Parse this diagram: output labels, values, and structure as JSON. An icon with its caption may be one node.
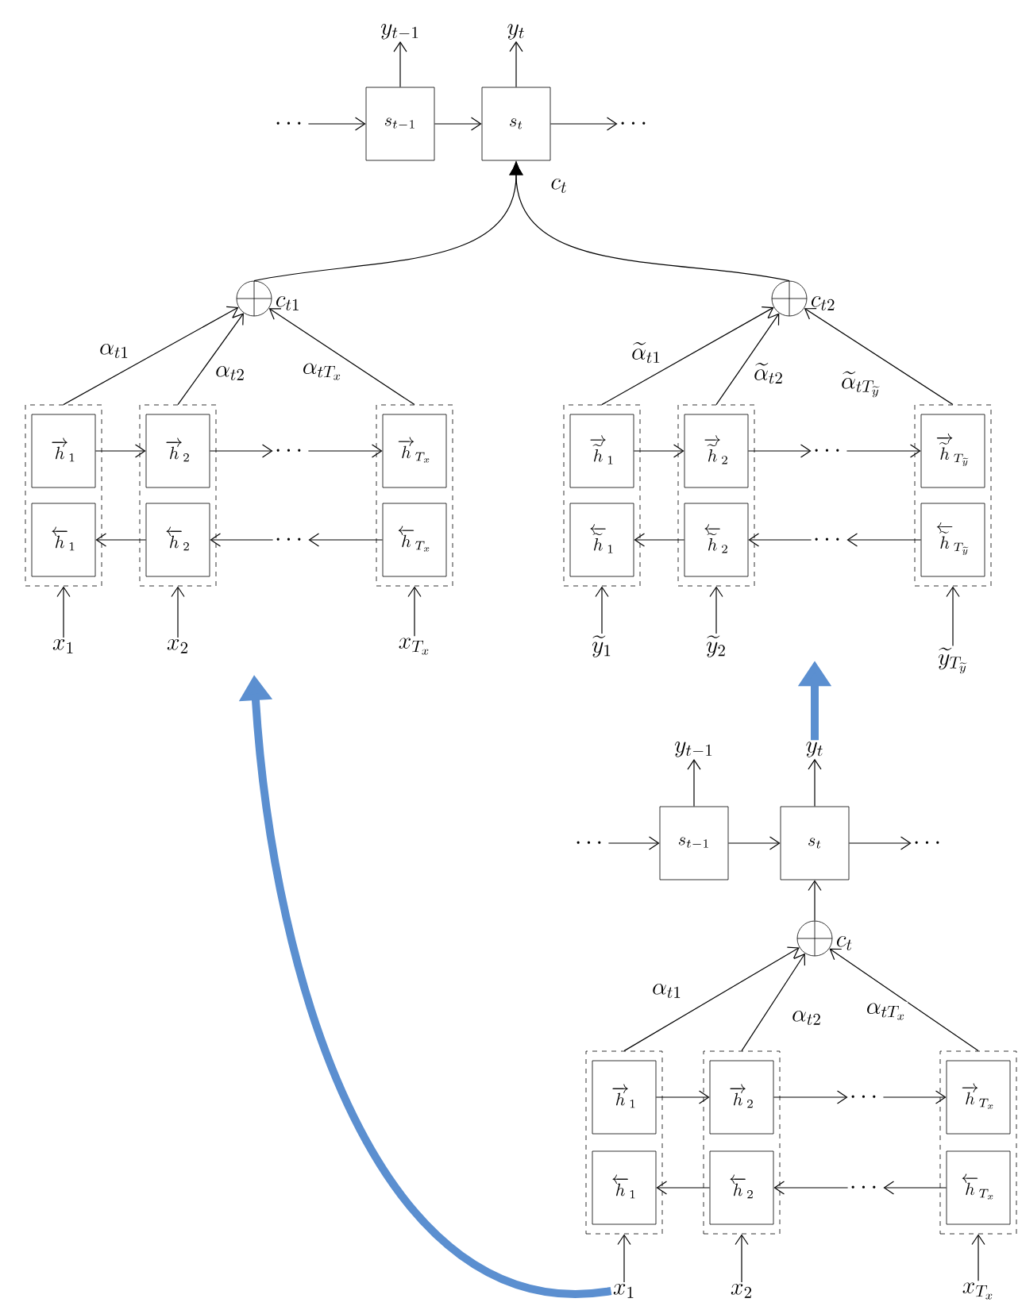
{
  "diagram": {
    "nodes": [
      {
        "text": [
          "\\cdots"
        ]
      },
      {
        "text": [
          "s_{t-1}"
        ]
      },
      {
        "text": [
          "s_t"
        ]
      },
      {
        "text": [
          "\\cdots"
        ]
      },
      {
        "text": [
          "y_{t-1}"
        ]
      },
      {
        "text": [
          "y_t"
        ]
      },
      {
        "text": [],
        "shape": "circle",
        "beside": [
          "c_{t1}"
        ]
      },
      {
        "text": [],
        "shape": "box"
      },
      {
        "text": [
          "\\overrightarrow{h}_1"
        ],
        "in": 7
      },
      {
        "text": [
          "\\overleftarrow{h}_1"
        ],
        "in": 7
      },
      {
        "text": [],
        "shape": "box"
      },
      {
        "text": [
          "\\overrightarrow{h}_2"
        ],
        "in": 10
      },
      {
        "text": [
          "\\overleftarrow{h}_2"
        ],
        "in": 10
      },
      {
        "text": [
          "\\cdots"
        ]
      },
      {
        "text": [
          "\\cdots"
        ]
      },
      {
        "text": [],
        "shape": "box"
      },
      {
        "text": [
          "\\overrightarrow{h}_{T_x}"
        ],
        "in": 15
      },
      {
        "text": [
          "\\overleftarrow{h}_{T_x}"
        ],
        "in": 15
      },
      {
        "text": [
          "x_1"
        ]
      },
      {
        "text": [
          "x_2"
        ]
      },
      {
        "text": [
          "x_{T_x}"
        ]
      },
      {
        "text": [],
        "shape": "circle",
        "beside": [
          "c_{t2}"
        ]
      },
      {
        "text": [],
        "shape": "box"
      },
      {
        "text": [
          "\\overrightarrow{\\widetilde{h}}_1"
        ],
        "in": 22
      },
      {
        "text": [
          "\\overleftarrow{\\widetilde{h}}_1"
        ],
        "in": 22
      },
      {
        "text": [],
        "shape": "box"
      },
      {
        "text": [
          "\\overrightarrow{\\widetilde{h}}_2"
        ],
        "in": 25
      },
      {
        "text": [
          "\\overleftarrow{\\widetilde{h}}_2"
        ],
        "in": 25
      },
      {
        "text": [
          "\\cdots"
        ]
      },
      {
        "text": [
          "\\cdots"
        ]
      },
      {
        "text": [],
        "shape": "box"
      },
      {
        "text": [
          "\\overrightarrow{\\widetilde{h}}_{T_{\\widetilde{y}}}"
        ],
        "in": 30
      },
      {
        "text": [
          "\\overleftarrow{\\widetilde{h}}_{T_{\\widetilde{y}}}"
        ],
        "in": 30
      },
      {
        "text": [
          "\\widetilde{y}_1"
        ]
      },
      {
        "text": [
          "\\widetilde{y}_2"
        ]
      },
      {
        "text": [
          "\\widetilde{y}_{T_{\\widetilde{y}}}"
        ]
      },
      {
        "text": [
          "\\cdots"
        ]
      },
      {
        "text": [
          "s_{t-1}"
        ]
      },
      {
        "text": [
          "s_t"
        ]
      },
      {
        "text": [
          "\\cdots"
        ]
      },
      {
        "text": [
          "y_{t-1}"
        ]
      },
      {
        "text": [
          "y_t"
        ]
      },
      {
        "text": [],
        "shape": "circle",
        "beside": [
          "c_t"
        ]
      },
      {
        "text": [],
        "shape": "box"
      },
      {
        "text": [
          "\\overrightarrow{h}_1"
        ],
        "in": 43
      },
      {
        "text": [
          "\\overleftarrow{h}_1"
        ],
        "in": 43
      },
      {
        "text": [],
        "shape": "box"
      },
      {
        "text": [
          "\\overrightarrow{h}_2"
        ],
        "in": 46
      },
      {
        "text": [
          "\\overleftarrow{h}_2"
        ],
        "in": 46
      },
      {
        "text": [
          "\\cdots"
        ]
      },
      {
        "text": [
          "\\cdots"
        ]
      },
      {
        "text": [],
        "shape": "box"
      },
      {
        "text": [
          "\\overrightarrow{h}_{T_x}"
        ],
        "in": 51
      },
      {
        "text": [
          "\\overleftarrow{h}_{T_x}"
        ],
        "in": 51
      },
      {
        "text": [
          "x_1"
        ]
      },
      {
        "text": [
          "x_2"
        ]
      },
      {
        "text": [
          "x_{T_x}"
        ]
      }
    ],
    "edges": [
      {
        "from": 0,
        "to": 1,
        "arrow": "to"
      },
      {
        "from": 1,
        "to": 2,
        "arrow": "to"
      },
      {
        "from": 2,
        "to": 3,
        "arrow": "to"
      },
      {
        "from": 1,
        "to": 4,
        "arrow": "to"
      },
      {
        "from": 2,
        "to": 5,
        "arrow": "to"
      },
      {
        "from": 8,
        "to": 11,
        "arrow": "to"
      },
      {
        "from": 11,
        "to": 13,
        "arrow": "to"
      },
      {
        "from": 13,
        "to": 16,
        "arrow": "to"
      },
      {
        "from": 17,
        "to": 14,
        "arrow": "to"
      },
      {
        "from": 14,
        "to": 12,
        "arrow": "to"
      },
      {
        "from": 12,
        "to": 9,
        "arrow": "to"
      },
      {
        "from": 18,
        "to": 7,
        "arrow": "to"
      },
      {
        "from": 19,
        "to": 10,
        "arrow": "to"
      },
      {
        "from": 20,
        "to": 15,
        "arrow": "to"
      },
      {
        "from": 7,
        "to": 6,
        "arrow": "to",
        "label": "\\alpha_{t1}"
      },
      {
        "from": 10,
        "to": 6,
        "arrow": "to",
        "label": "\\alpha_{t2}"
      },
      {
        "from": 15,
        "to": 6,
        "arrow": "to",
        "label": "\\alpha_{tT_x}"
      },
      {
        "from": 23,
        "to": 26,
        "arrow": "to"
      },
      {
        "from": 26,
        "to": 28,
        "arrow": "to"
      },
      {
        "from": 28,
        "to": 31,
        "arrow": "to"
      },
      {
        "from": 32,
        "to": 29,
        "arrow": "to"
      },
      {
        "from": 29,
        "to": 27,
        "arrow": "to"
      },
      {
        "from": 27,
        "to": 24,
        "arrow": "to"
      },
      {
        "from": 33,
        "to": 22,
        "arrow": "to"
      },
      {
        "from": 34,
        "to": 25,
        "arrow": "to"
      },
      {
        "from": 35,
        "to": 30,
        "arrow": "to"
      },
      {
        "from": 22,
        "to": 21,
        "arrow": "to",
        "label": "\\widetilde{\\alpha}_{t1}"
      },
      {
        "from": 25,
        "to": 21,
        "arrow": "to",
        "label": "\\widetilde{\\alpha}_{t2}"
      },
      {
        "from": 30,
        "to": 21,
        "arrow": "to",
        "label": "\\widetilde{\\alpha}_{tT_{\\widetilde{y}}}"
      },
      {
        "from": 36,
        "to": 37,
        "arrow": "to"
      },
      {
        "from": 37,
        "to": 38,
        "arrow": "to"
      },
      {
        "from": 38,
        "to": 39,
        "arrow": "to"
      },
      {
        "from": 37,
        "to": 40,
        "arrow": "to"
      },
      {
        "from": 38,
        "to": 41,
        "arrow": "to"
      },
      {
        "from": 44,
        "to": 47,
        "arrow": "to"
      },
      {
        "from": 47,
        "to": 49,
        "arrow": "to"
      },
      {
        "from": 49,
        "to": 52,
        "arrow": "to"
      },
      {
        "from": 53,
        "to": 50,
        "arrow": "to"
      },
      {
        "from": 50,
        "to": 48,
        "arrow": "to"
      },
      {
        "from": 48,
        "to": 45,
        "arrow": "to"
      },
      {
        "from": 54,
        "to": 43,
        "arrow": "to"
      },
      {
        "from": 55,
        "to": 46,
        "arrow": "to"
      },
      {
        "from": 56,
        "to": 51,
        "arrow": "to"
      },
      {
        "from": 43,
        "to": 42,
        "arrow": "to",
        "label": "\\alpha_{t1}"
      },
      {
        "from": 46,
        "to": 42,
        "arrow": "to",
        "label": "\\alpha_{t2}"
      },
      {
        "from": 51,
        "to": 42,
        "arrow": "to",
        "label": "\\alpha_{tT_x}"
      },
      {
        "from": 6,
        "to": 2,
        "arrow": "to"
      },
      {
        "from": 21,
        "to": 2,
        "arrow": "to"
      },
      {
        "from": 42,
        "to": 38,
        "arrow": "to"
      },
      {
        "from": 54,
        "to": null,
        "arrow": "to",
        "style": "thick",
        "color": "#5b8fd0"
      },
      {
        "from": 41,
        "to": null,
        "arrow": "to",
        "style": "thick",
        "color": "#5b8fd0"
      }
    ],
    "labels": [
      "c_t"
    ]
  }
}
